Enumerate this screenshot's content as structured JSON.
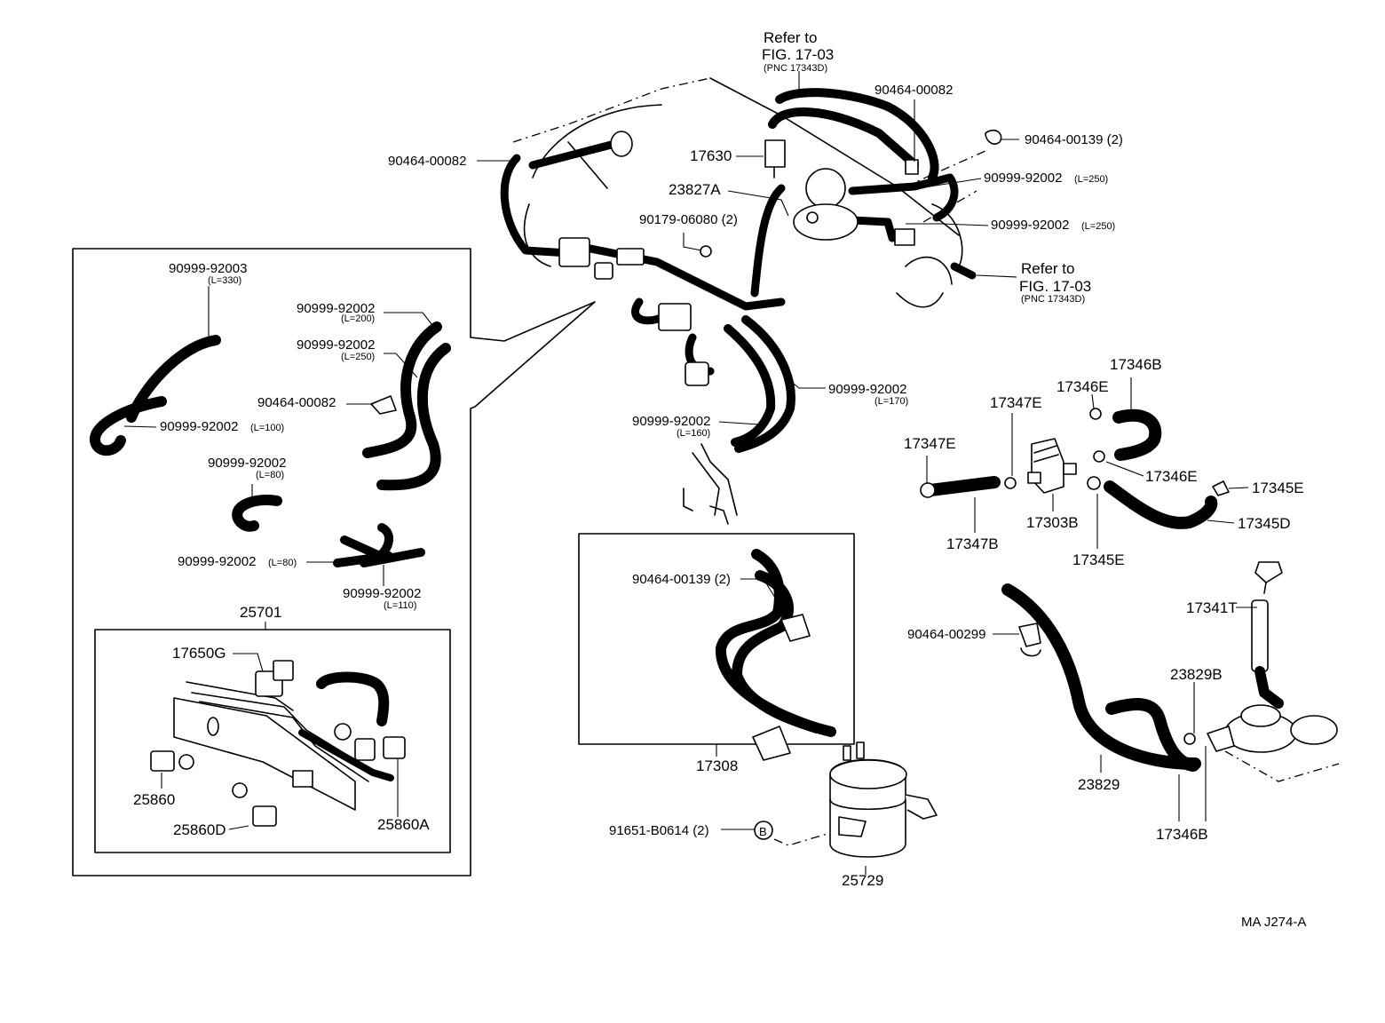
{
  "figure_code": "MA  J274-A",
  "refs": {
    "ref_top": {
      "line1": "Refer  to",
      "line2": "FIG. 17-03",
      "line3": "(PNC  17343D)"
    },
    "ref_right": {
      "line1": "Refer  to",
      "line2": "FIG. 17-03",
      "line3": "(PNC  17343D)"
    }
  },
  "labels": {
    "p90464_00082_top": "90464-00082",
    "p90464_00082_left": "90464-00082",
    "p90464_00139_top": "90464-00139 (2)",
    "p17630": "17630",
    "p23827A": "23827A",
    "p90179_06080": "90179-06080 (2)",
    "p90999_92002_top1": "90999-92002",
    "p90999_92002_top1_len": "(L=250)",
    "p90999_92002_top2": "90999-92002",
    "p90999_92002_top2_len": "(L=250)",
    "p90999_92002_170": "90999-92002",
    "p90999_92002_170_len": "(L=170)",
    "p90999_92002_160": "90999-92002",
    "p90999_92002_160_len": "(L=160)",
    "p17346B_top": "17346B",
    "p17346E_top": "17346E",
    "p17347E_a": "17347E",
    "p17347E_b": "17347E",
    "p17346E_mid": "17346E",
    "p17345E_right": "17345E",
    "p17303B": "17303B",
    "p17347B": "17347B",
    "p17345E_bottom": "17345E",
    "p17345D": "17345D",
    "p17341T": "17341T",
    "p90464_00299": "90464-00299",
    "p23829B": "23829B",
    "p23829": "23829",
    "p17346B_bottom": "17346B",
    "p90464_00139_box": "90464-00139 (2)",
    "p17308": "17308",
    "p91651_B0614": "91651-B0614 (2)",
    "bolt_marker": "B",
    "p25729": "25729"
  },
  "inset": {
    "p90999_92003": "90999-92003",
    "p90999_92003_len": "(L=330)",
    "p90999_92002_200": "90999-92002",
    "p90999_92002_200_len": "(L=200)",
    "p90999_92002_250": "90999-92002",
    "p90999_92002_250_len": "(L=250)",
    "p90464_00082": "90464-00082",
    "p90999_92002_100": "90999-92002",
    "p90999_92002_100_len": "(L=100)",
    "p90999_92002_80a": "90999-92002",
    "p90999_92002_80a_len": "(L=80)",
    "p90999_92002_80b": "90999-92002",
    "p90999_92002_80b_len": "(L=80)",
    "p90999_92002_110": "90999-92002",
    "p90999_92002_110_len": "(L=110)",
    "p25701": "25701",
    "p17650G": "17650G",
    "p25860": "25860",
    "p25860D": "25860D",
    "p25860A": "25860A"
  }
}
